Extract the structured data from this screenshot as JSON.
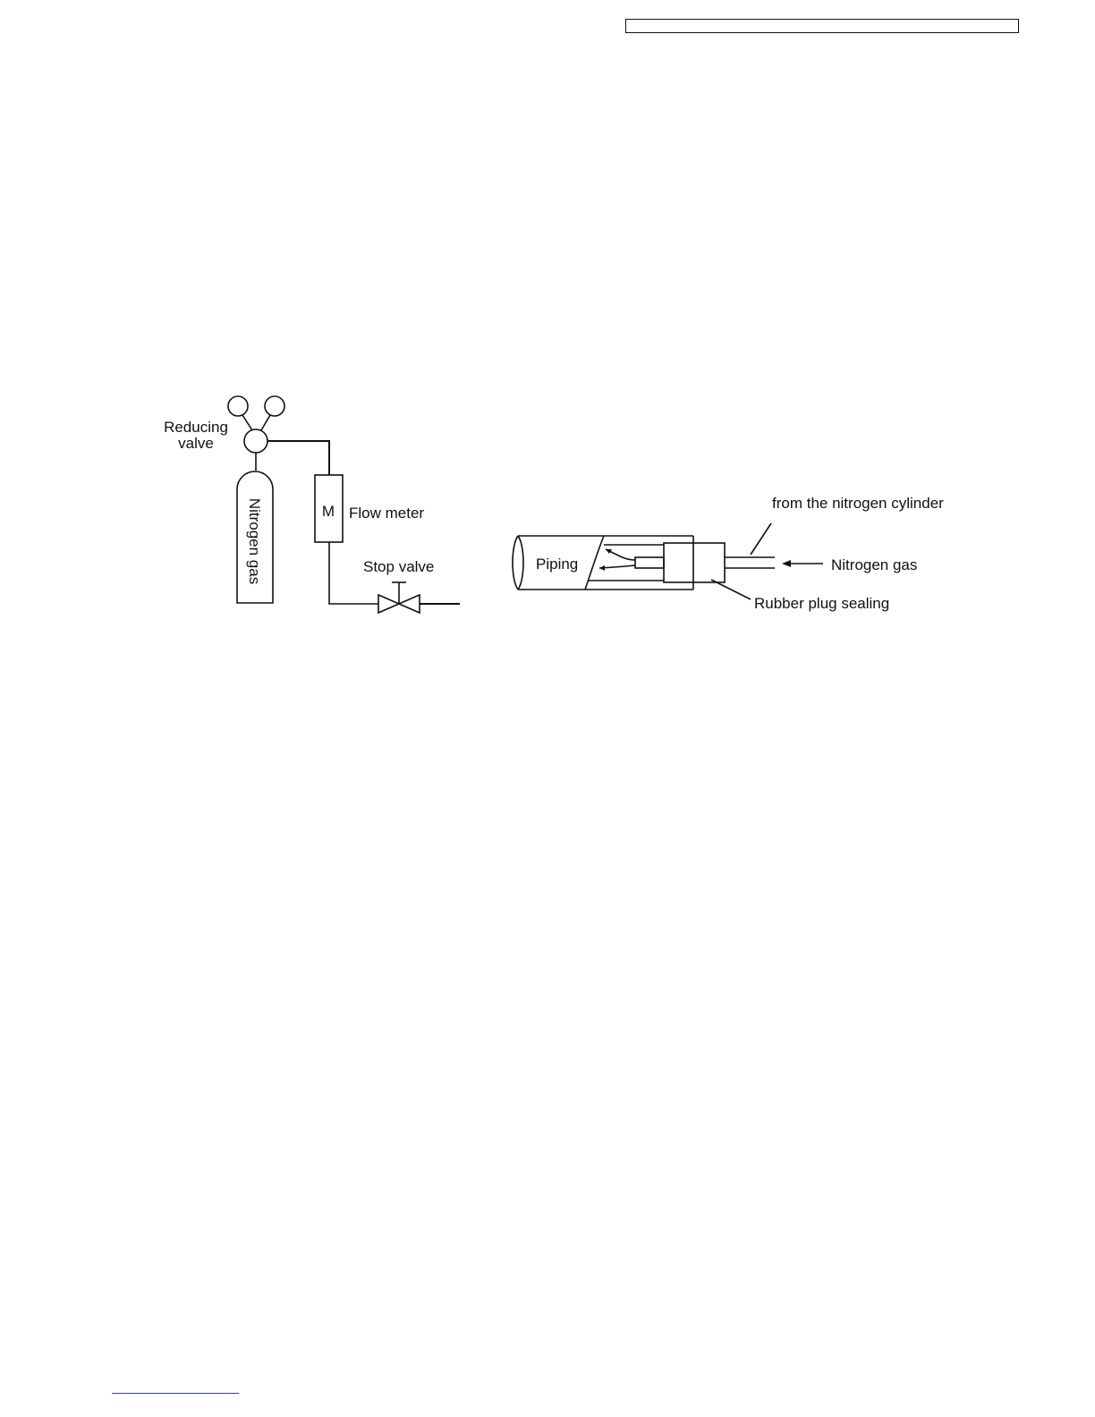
{
  "diagram": {
    "labels": {
      "reducing_valve_line1": "Reducing",
      "reducing_valve_line2": "valve",
      "nitrogen_gas_cylinder": "Nitrogen gas",
      "meter_symbol": "M",
      "flow_meter": "Flow meter",
      "stop_valve": "Stop valve",
      "piping": "Piping",
      "from_cylinder": "from the nitrogen cylinder",
      "nitrogen_gas_arrow": "Nitrogen gas",
      "rubber_plug": "Rubber plug sealing"
    }
  },
  "colors": {
    "ink": "#111111",
    "footer_link": "#2d3fb4"
  }
}
